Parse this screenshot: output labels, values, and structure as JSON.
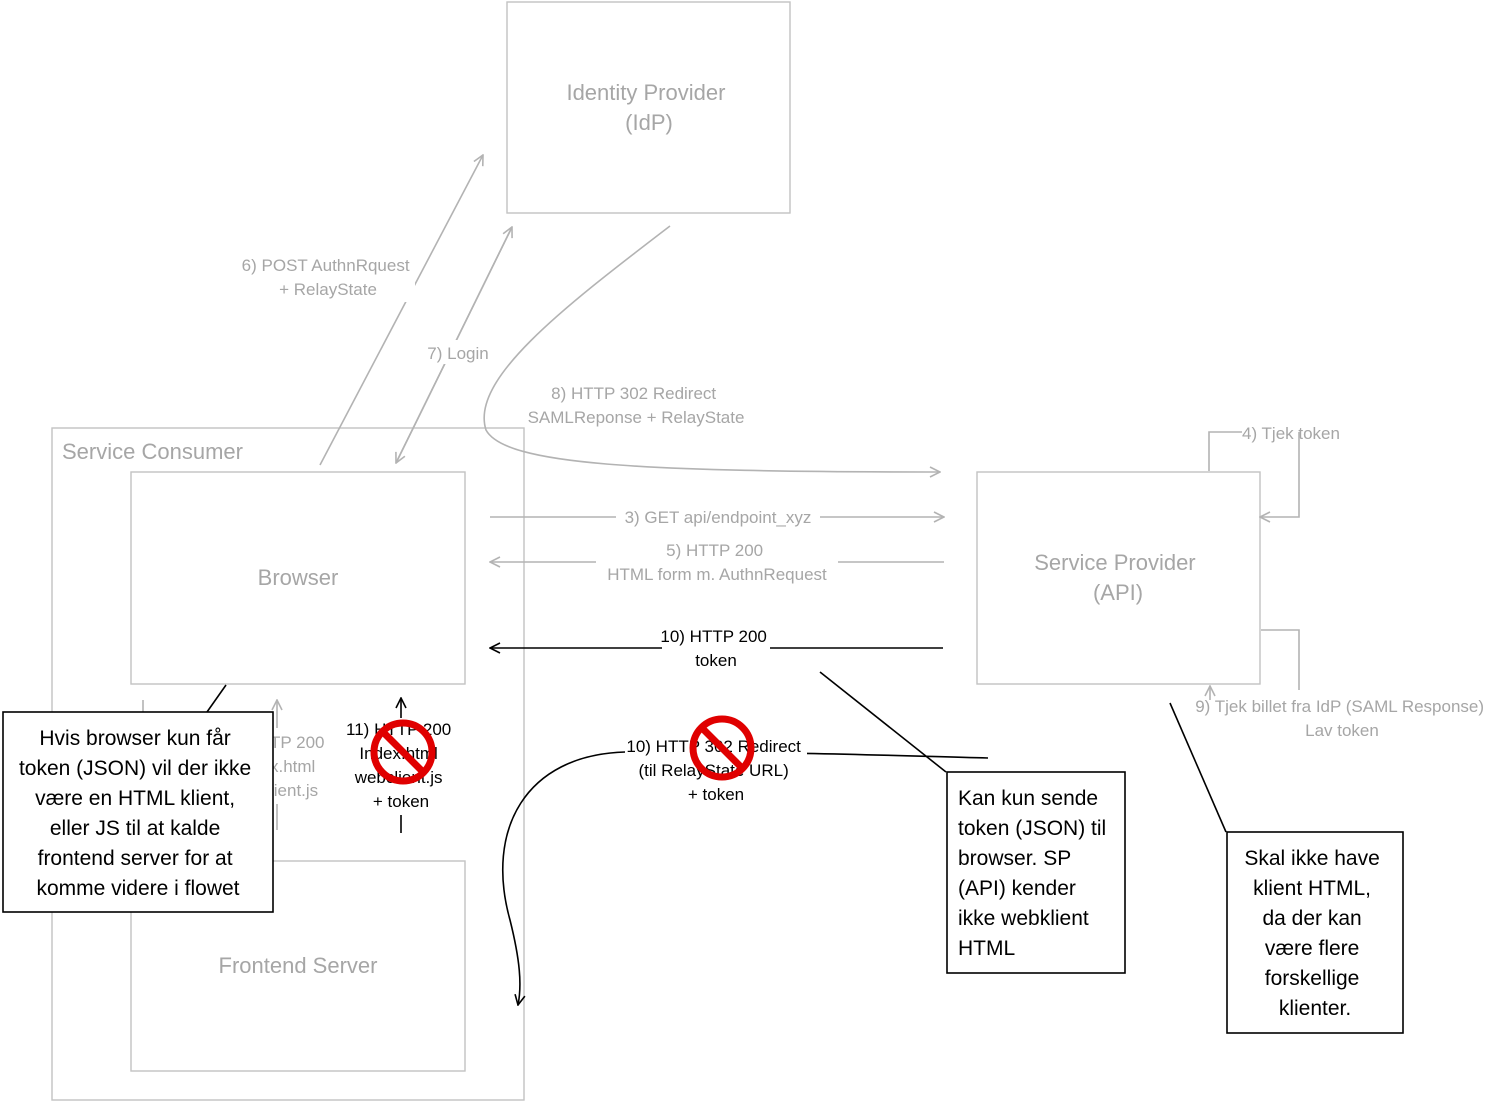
{
  "nodes": {
    "idp": [
      "Identity Provider",
      "(IdP)"
    ],
    "service_consumer": "Service Consumer",
    "browser": "Browser",
    "service_provider": [
      "Service Provider",
      "(API)"
    ],
    "frontend_server": "Frontend Server"
  },
  "edges": {
    "e6": [
      "6) POST AuthnRquest",
      "+ RelayState"
    ],
    "e7": "7) Login",
    "e8": [
      "8) HTTP 302 Redirect",
      "SAMLReponse + RelayState"
    ],
    "e4": "4) Tjek token",
    "e3": "3) GET api/endpoint_xyz",
    "e5": [
      "5) HTTP 200",
      "HTML form m. AuthnRequest"
    ],
    "e10a": [
      "10) HTTP 200",
      "token"
    ],
    "e9": [
      "9) Tjek billet fra IdP (SAML Response)",
      "Lav token"
    ],
    "e10b": [
      "10) HTTP 302 Redirect",
      "(til RelayState URL)",
      "+ token"
    ],
    "e11": [
      "11) HTTP 200",
      "Index.html",
      "webclient.js",
      "+ token"
    ],
    "e12_partial": [
      "TP 200",
      "x.html",
      "lient.js"
    ]
  },
  "notes": {
    "browser_note": [
      "Hvis browser kun får",
      "token (JSON) vil der ikke",
      "være en HTML klient,",
      "eller JS til at kalde",
      "frontend server for at",
      "komme videre i flowet"
    ],
    "sp_note": [
      "Kan kun sende",
      "token (JSON) til",
      "browser. SP",
      "(API) kender",
      "ikke webklient",
      "HTML"
    ],
    "client_note": [
      "Skal ikke have",
      "klient HTML,",
      "da der kan",
      "være flere",
      "forskellige",
      "klienter."
    ]
  },
  "icons": {
    "blocked_11": "prohibited-icon",
    "blocked_10": "prohibited-icon"
  },
  "colors": {
    "greyed": "#a6a6a6",
    "active": "#000000",
    "blocked": "#e00000"
  }
}
